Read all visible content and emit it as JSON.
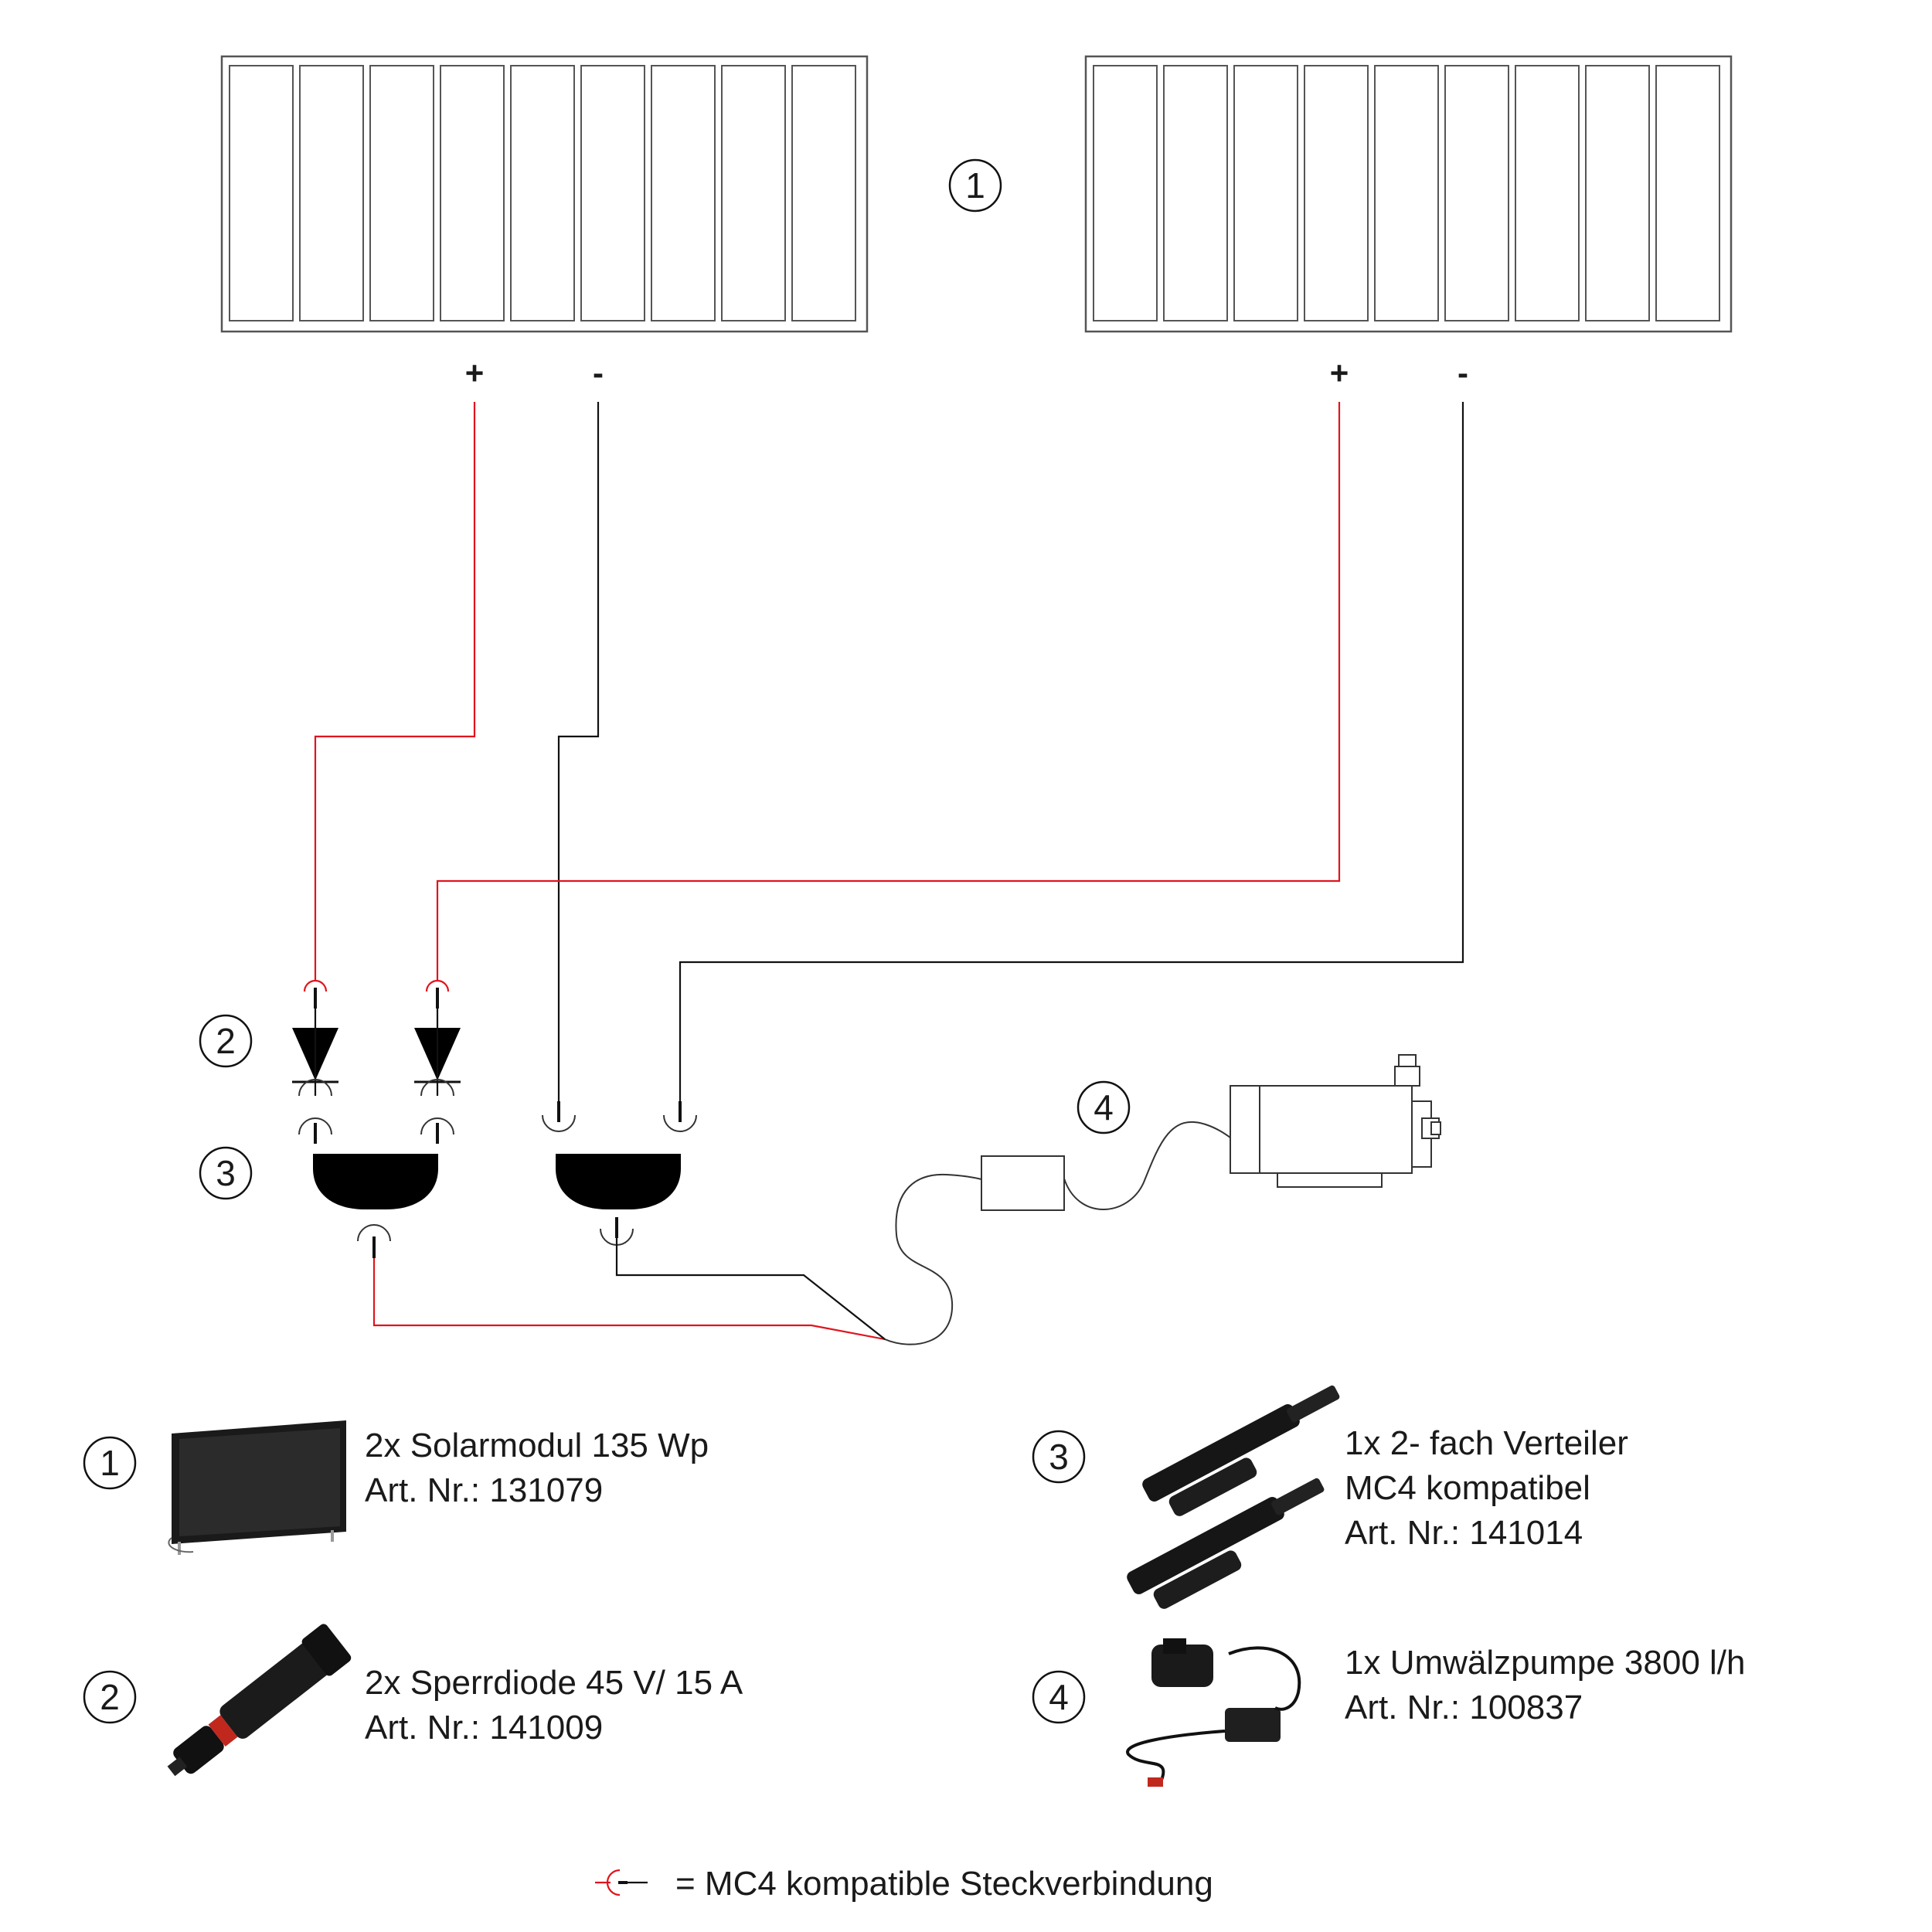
{
  "diagram": {
    "module_number": "1",
    "panel_left": {
      "plus_label": "+",
      "minus_label": "-"
    },
    "panel_right": {
      "plus_label": "+",
      "minus_label": "-"
    },
    "label_2": "2",
    "label_3": "3",
    "label_4": "4",
    "colors": {
      "positive_wire": "#e0141e",
      "negative_wire": "#111111"
    }
  },
  "legend": {
    "items": [
      {
        "number": "1",
        "lines": [
          "2x Solarmodul 135 Wp",
          "Art. Nr.: 131079"
        ],
        "icon": "solar-panel-photo"
      },
      {
        "number": "2",
        "lines": [
          "2x Sperrdiode 45 V/ 15 A",
          "Art. Nr.: 141009"
        ],
        "icon": "diode-connector-photo"
      },
      {
        "number": "3",
        "lines": [
          "1x 2- fach Verteiler",
          "MC4 kompatibel",
          "Art. Nr.: 141014"
        ],
        "icon": "y-splitter-photo"
      },
      {
        "number": "4",
        "lines": [
          "1x Umwälzpumpe 3800 l/h",
          "Art. Nr.: 100837"
        ],
        "icon": "pump-photo"
      }
    ],
    "connector_note": "= MC4 kompatible Steckverbindung"
  }
}
